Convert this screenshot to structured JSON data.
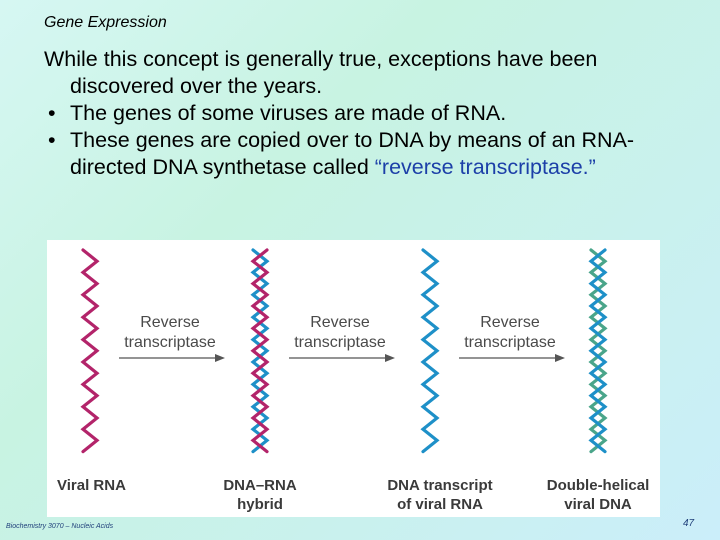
{
  "header": {
    "title": "Gene Expression"
  },
  "body": {
    "intro": "While this concept is generally true, exceptions have been discovered over the years.",
    "bullets": [
      {
        "marker": "•",
        "text": "The genes of some viruses are made of RNA."
      },
      {
        "marker": "•",
        "text_before": "These genes are copied over to DNA by means of an RNA-directed DNA synthetase called ",
        "highlight": "“reverse transcriptase.”"
      }
    ]
  },
  "figure": {
    "arrows": [
      {
        "line1": "Reverse",
        "line2": "transcriptase"
      },
      {
        "line1": "Reverse",
        "line2": "transcriptase"
      },
      {
        "line1": "Reverse",
        "line2": "transcriptase"
      }
    ],
    "labels": [
      {
        "line1": "Viral RNA",
        "line2": ""
      },
      {
        "line1": "DNA–RNA",
        "line2": "hybrid"
      },
      {
        "line1": "DNA transcript",
        "line2": "of viral RNA"
      },
      {
        "line1": "Double-helical",
        "line2": "viral DNA"
      }
    ],
    "colors": {
      "rna": "#b3246a",
      "dna_transcript": "#1e90c8",
      "dna_complement": "#4aa58a"
    }
  },
  "footer": {
    "left": "Biochemistry 3070 – Nucleic Acids",
    "page": "47"
  }
}
